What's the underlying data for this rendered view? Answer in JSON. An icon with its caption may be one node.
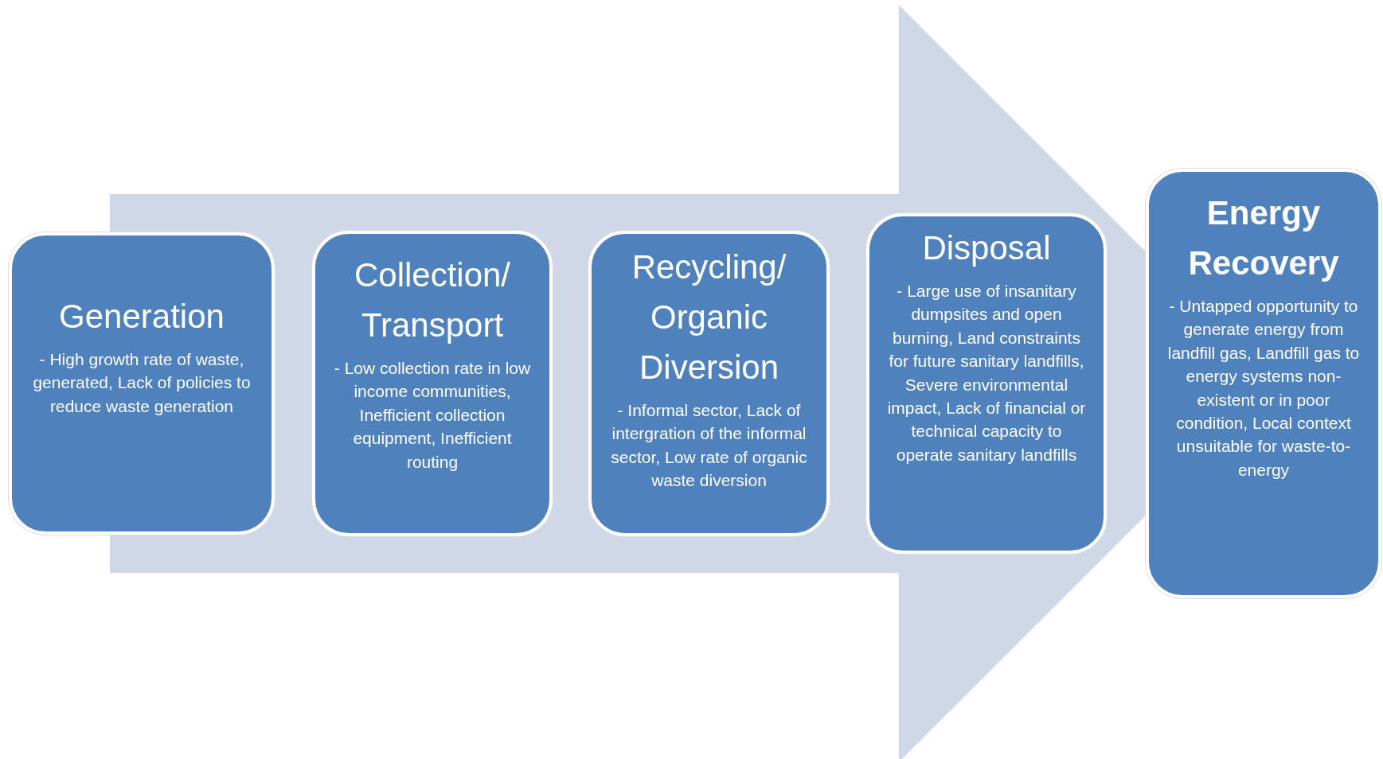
{
  "diagram": {
    "nodes": [
      {
        "text": [
          "Generation",
          "- High growth rate of waste, generated, Lack of policies to reduce waste generation"
        ]
      },
      {
        "text": [
          "Collection/ Transport",
          "- Low collection rate in low income communities, Inefficient collection equipment, Inefficient routing"
        ]
      },
      {
        "text": [
          "Recycling/ Organic Diversion",
          "- Informal sector, Lack of intergration of the informal sector, Low rate of organic waste diversion"
        ]
      },
      {
        "text": [
          "Disposal",
          "- Large use of insanitary dumpsites and open burning, Land constraints for future sanitary landfills, Severe environmental impact, Lack of financial or technical capacity to operate sanitary landfills"
        ]
      },
      {
        "text": [
          "Energy Recovery",
          "- Untapped opportunity to generate energy from landfill gas, Landfill gas to energy systems non-existent or in poor condition, Local context unsuitable for waste-to-energy"
        ]
      }
    ],
    "edges": [
      {
        "from": 0,
        "to": 4,
        "arrow": "to"
      }
    ]
  }
}
